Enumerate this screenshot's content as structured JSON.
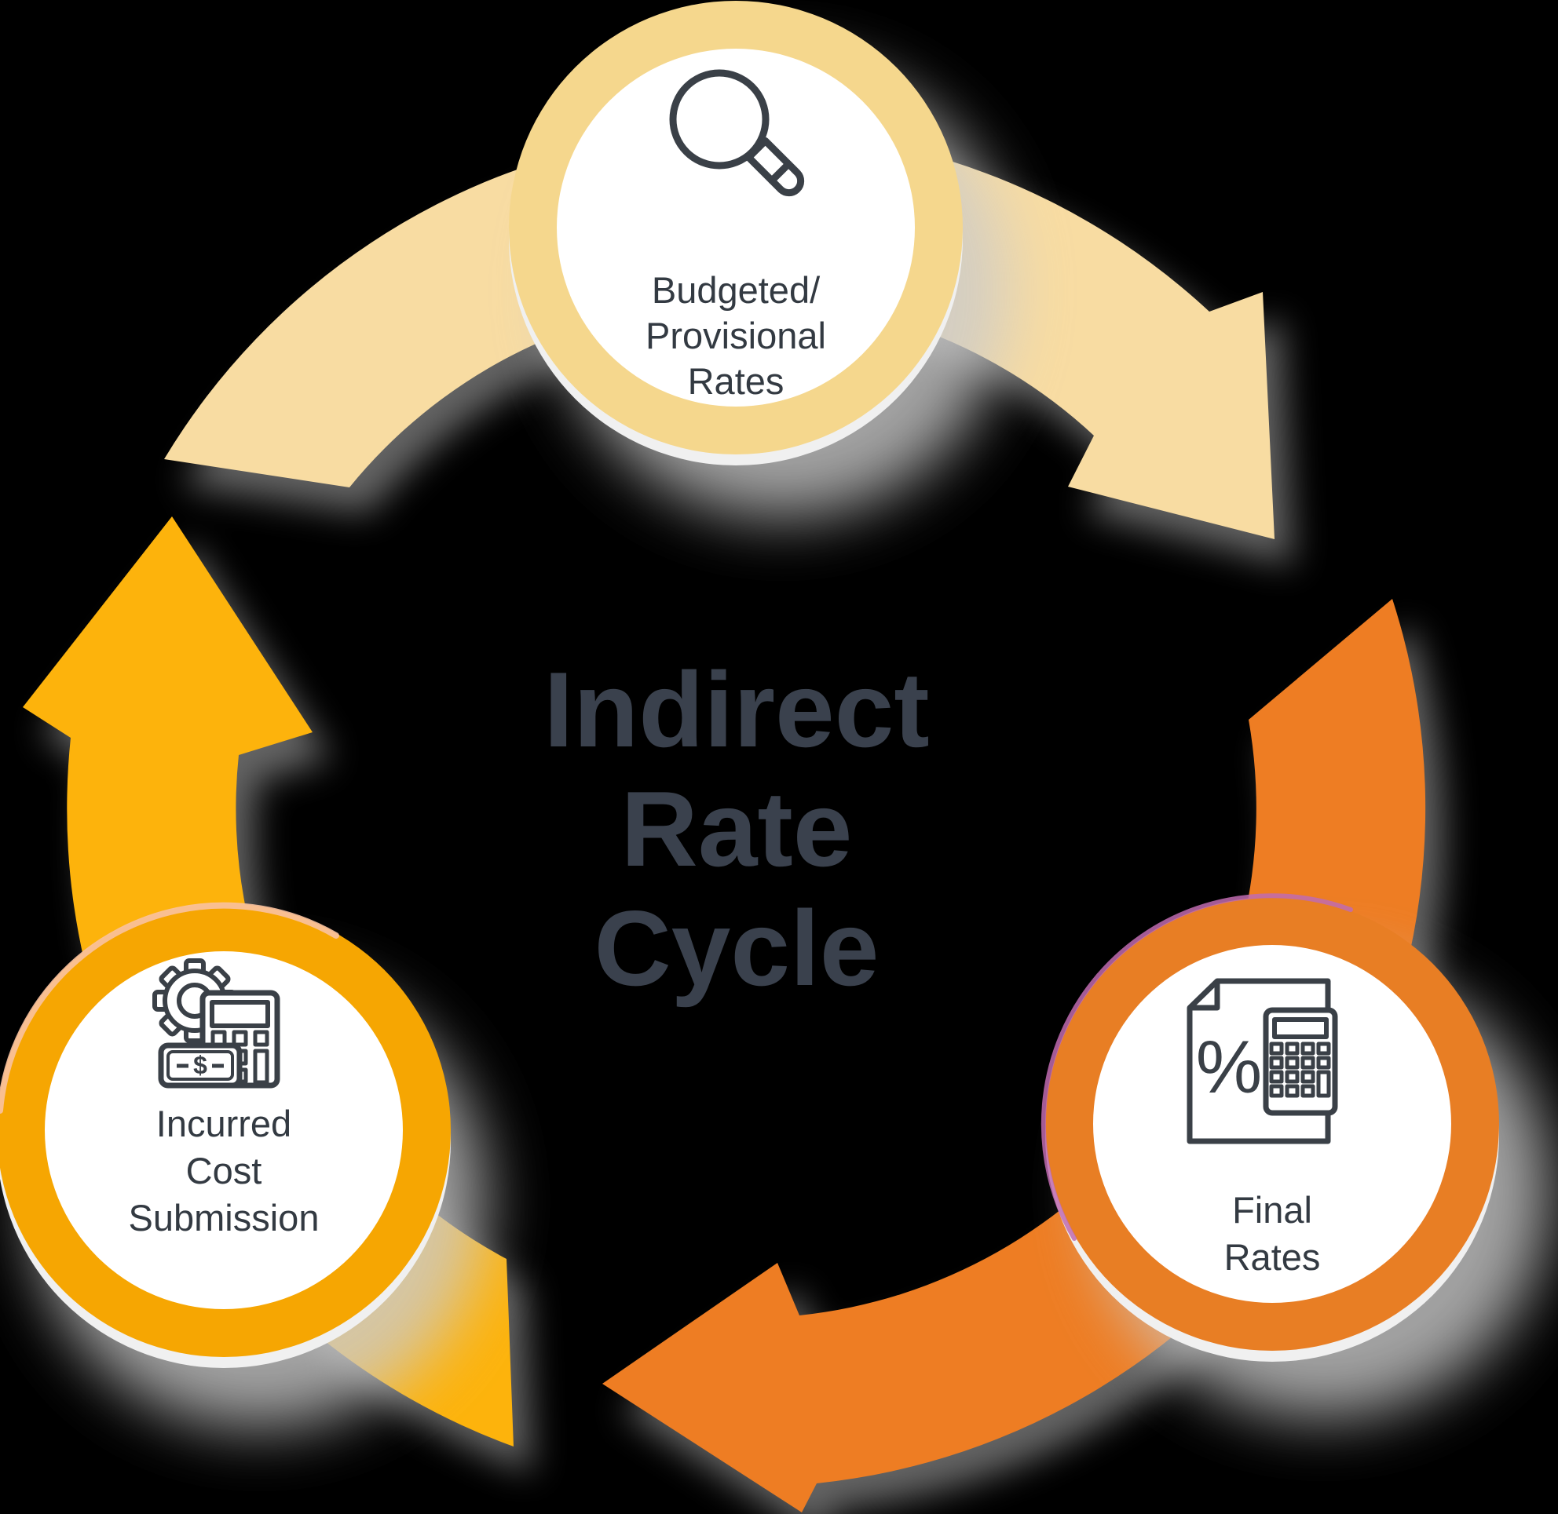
{
  "title": {
    "line1": "Indirect",
    "line2": "Rate",
    "line3": "Cycle"
  },
  "nodes": {
    "budgeted": {
      "label_line1": "Budgeted/",
      "label_line2": "Provisional",
      "label_line3": "Rates",
      "icon": "magnifier-icon"
    },
    "final": {
      "label_line1": "Final",
      "label_line2": "Rates",
      "icon": "percent-document-calculator-icon",
      "percent_glyph": "%"
    },
    "incurred": {
      "label_line1": "Incurred",
      "label_line2": "Cost",
      "label_line3": "Submission",
      "icon": "gear-calculator-banknote-icon",
      "dollar_glyph": "$"
    }
  },
  "arrows": [
    {
      "name": "cream-arrow",
      "from": "incurred-cost-submission",
      "to": "budgeted-provisional-rates"
    },
    {
      "name": "orange-arrow",
      "from": "budgeted-provisional-rates",
      "to": "final-rates"
    },
    {
      "name": "yellow-arrow",
      "from": "final-rates",
      "to": "incurred-cost-submission"
    }
  ],
  "colors": {
    "background": "#000000",
    "cream_arrow": "#F8DCA2",
    "cream_ring": "#F5D78D",
    "orange_arrow": "#EE7D23",
    "orange_ring": "#E87E24",
    "orange_ring_edge": "#C06BB0",
    "yellow_arrow": "#FDB30C",
    "yellow_ring": "#F6A602",
    "yellow_ring_highlight": "#FAC2A1",
    "title_color": "#3A414D",
    "label_color": "#333A42",
    "icon_stroke": "#3A4047",
    "node_fill": "#FFFFFF",
    "shadow_gray": "#C6C6C6",
    "lip_gray": "#F0F0F0"
  }
}
